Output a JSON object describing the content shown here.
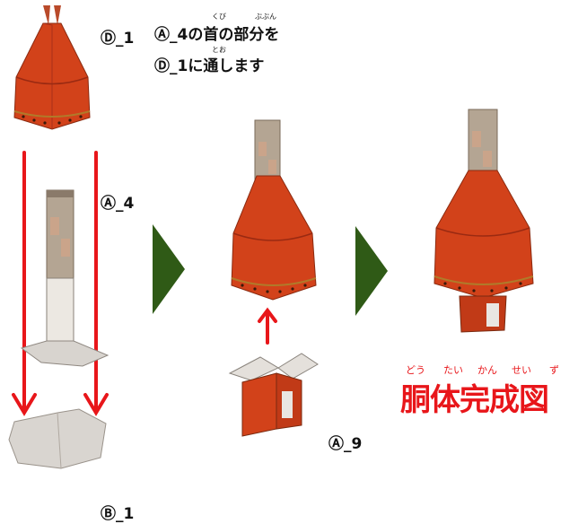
{
  "labels": {
    "d1": "Ⓓ_1",
    "a4": "Ⓐ_4",
    "a9": "Ⓐ_9",
    "b1": "Ⓑ_1"
  },
  "instruction": {
    "line1": "Ⓐ_4の首の部分を",
    "line2": "Ⓓ_1に通します",
    "ruby_kubi": "くび",
    "ruby_bubun": "ぶぶん",
    "ruby_too": "とお"
  },
  "completion": {
    "title": "胴体完成図",
    "ruby_dou": "どう",
    "ruby_tai": "たい",
    "ruby_kan": "かん",
    "ruby_sei": "せい",
    "ruby_zu": "ず"
  },
  "colors": {
    "red_arrow": "#e8161a",
    "green_arrow": "#2f5a16",
    "body_orange": "#d2421a",
    "cardboard": "#c9c2bb"
  }
}
